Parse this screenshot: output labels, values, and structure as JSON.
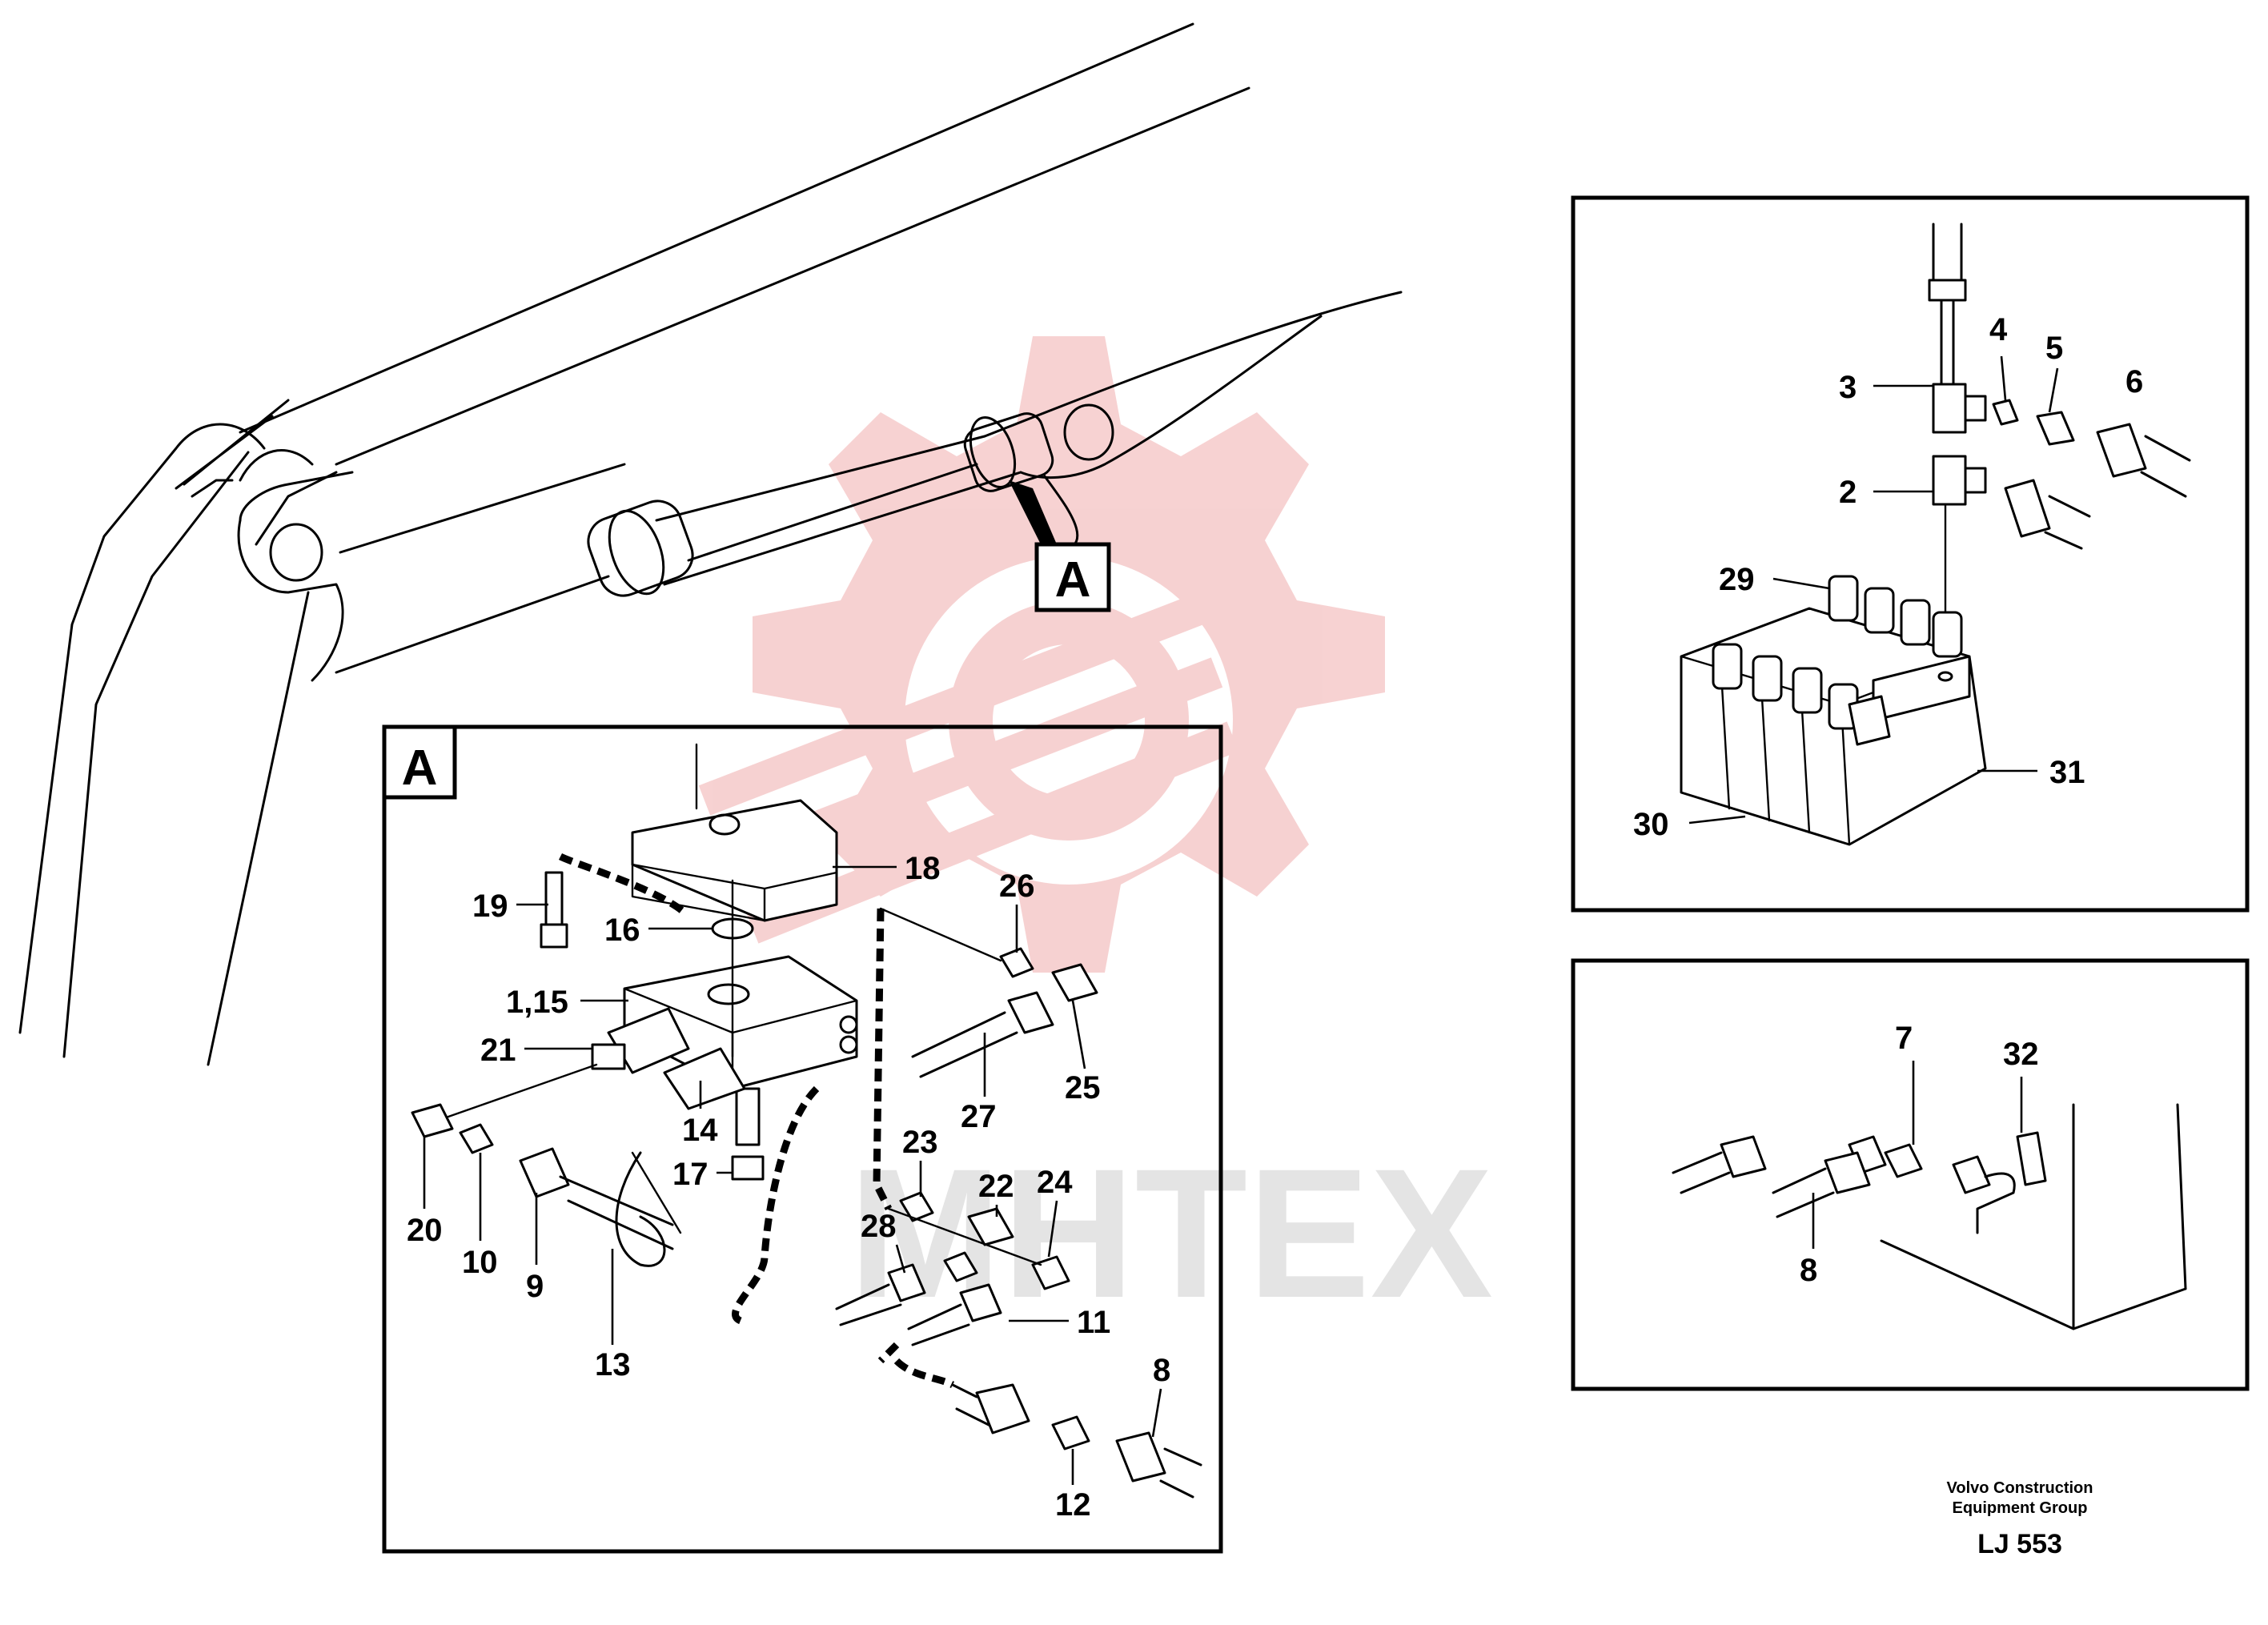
{
  "callouts": {
    "main_detail": "A",
    "detail_a_heading": "A",
    "p18": "18",
    "p19": "19",
    "p16": "16",
    "p1_15": "1,15",
    "p21": "21",
    "p14": "14",
    "p17": "17",
    "p20": "20",
    "p10": "10",
    "p9": "9",
    "p13": "13",
    "p26": "26",
    "p25": "25",
    "p27": "27",
    "p23": "23",
    "p22": "22",
    "p24": "24",
    "p28": "28",
    "p11": "11",
    "p8a": "8",
    "p12": "12",
    "p3": "3",
    "p4": "4",
    "p5": "5",
    "p6": "6",
    "p2": "2",
    "p29": "29",
    "p30": "30",
    "p31": "31",
    "p7": "7",
    "p32": "32",
    "p8b": "8"
  },
  "watermark": "MHTEX",
  "footer": {
    "company_line1": "Volvo Construction",
    "company_line2": "Equipment Group",
    "code": "LJ 553"
  },
  "colors": {
    "ink": "#000000",
    "watermark_red": "#f1b4b4",
    "watermark_grey": "#d9d9d9",
    "paper": "#ffffff"
  }
}
